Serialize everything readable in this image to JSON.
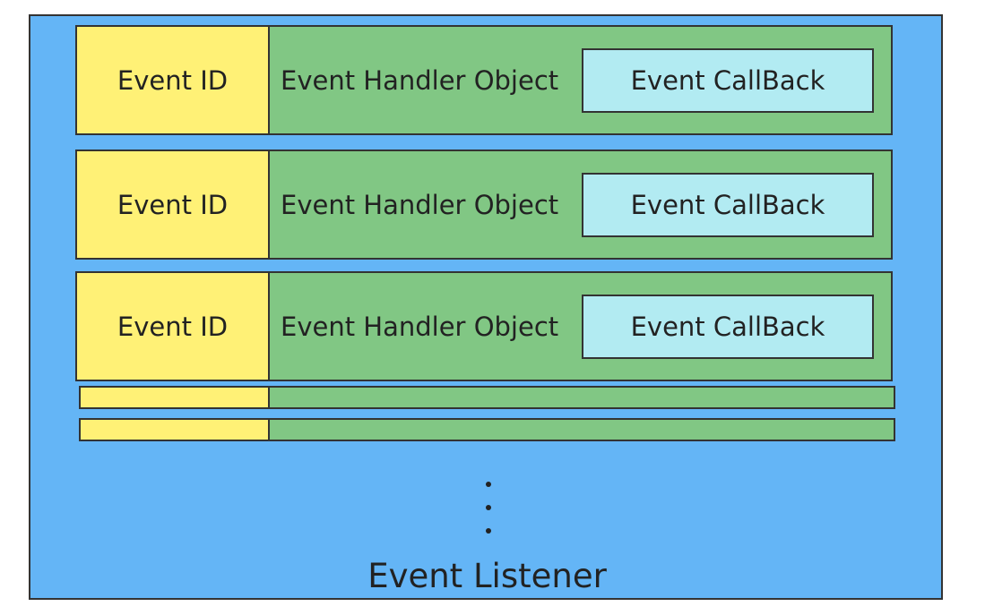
{
  "listener": {
    "label": "Event Listener"
  },
  "entries": [
    {
      "id_label": "Event ID",
      "handler_label": "Event Handler Object",
      "callback_label": "Event CallBack"
    },
    {
      "id_label": "Event ID",
      "handler_label": "Event Handler Object",
      "callback_label": "Event CallBack"
    },
    {
      "id_label": "Event ID",
      "handler_label": "Event Handler Object",
      "callback_label": "Event CallBack"
    }
  ],
  "colors": {
    "listener_bg": "#64b5f6",
    "event_id_bg": "#fff176",
    "handler_bg": "#81c784",
    "callback_bg": "#b2ebf2",
    "border": "#333333"
  },
  "ellipsis": "vertical-dots"
}
